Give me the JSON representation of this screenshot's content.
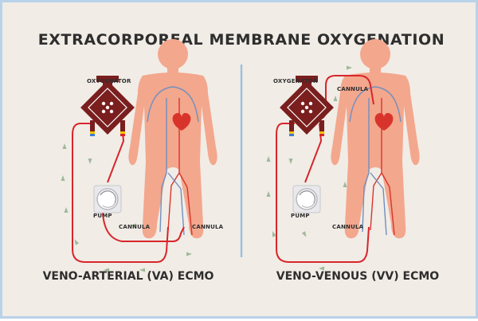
{
  "title": "EXTRACORPOREAL MEMBRANE OXYGENATION",
  "panels": {
    "va": {
      "caption": "VENO-ARTERIAL (VA) ECMO",
      "oxygenator_label": "OXYGENATOR",
      "pump_label": "PUMP",
      "cannula_label_1": "CANNULA",
      "cannula_label_2": "CANNULA"
    },
    "vv": {
      "caption": "VENO-VENOUS (VV) ECMO",
      "oxygenator_label": "OXYGENATOR",
      "pump_label": "PUMP",
      "cannula_label_1": "CANNULA",
      "cannula_label_2": "CANNULA"
    }
  },
  "colors": {
    "background": "#f1ece6",
    "border": "#b8d2ea",
    "body": "#f3a78d",
    "tubing": "#d8252b",
    "oxygenator": "#7a1e1e",
    "heart": "#d9342b",
    "vein": "#6f8fc0",
    "flow_arrow": "#9fb89a",
    "divider": "#9fc1dc"
  }
}
